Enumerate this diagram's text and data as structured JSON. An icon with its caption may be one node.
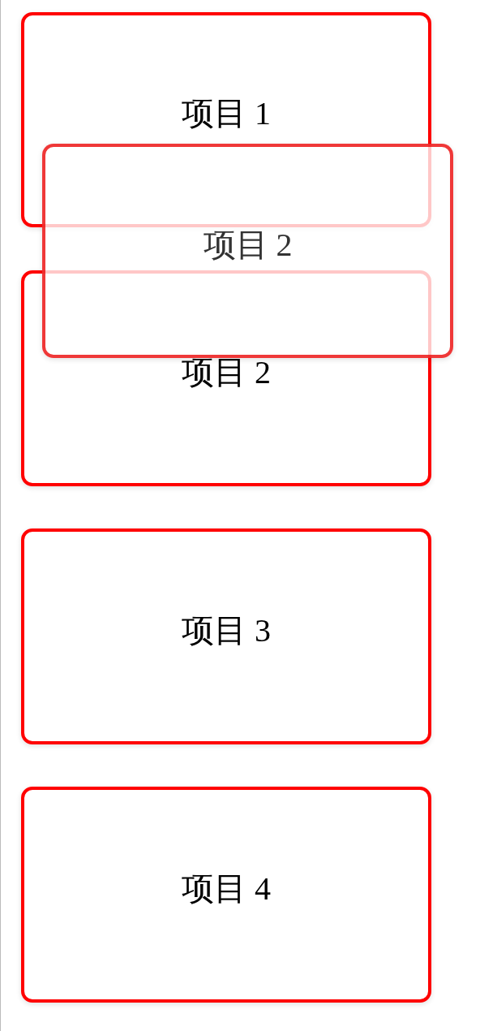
{
  "diagram": {
    "nodes": [
      {
        "text": [
          "项目 1"
        ]
      },
      {
        "text": [
          "项目 2"
        ]
      },
      {
        "text": [
          "项目 2"
        ]
      },
      {
        "text": [
          "项目 3"
        ]
      },
      {
        "text": [
          "项目 4"
        ]
      }
    ]
  }
}
